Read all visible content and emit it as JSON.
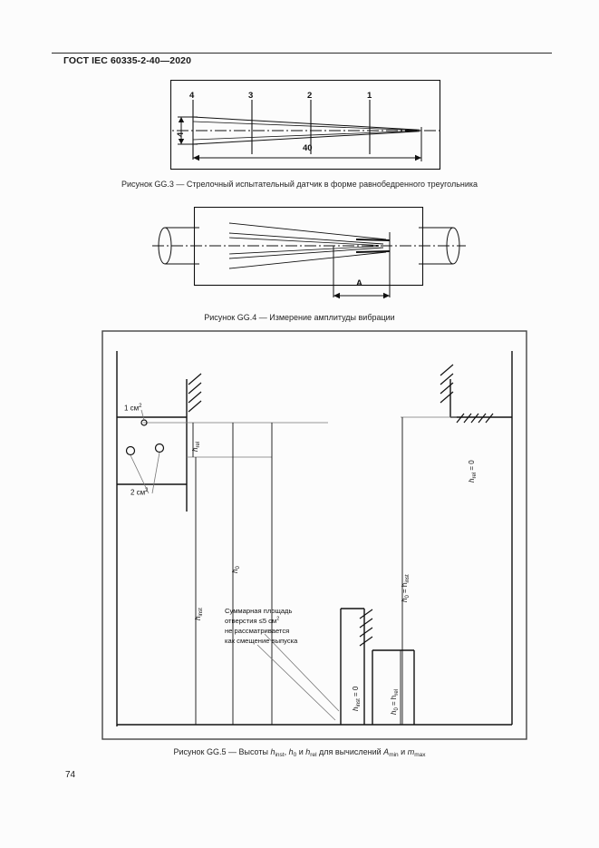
{
  "document": {
    "header_title": "ГОСТ IEC 60335-2-40—2020",
    "page_number": "74"
  },
  "figures": [
    {
      "id": "gg3",
      "caption": "Рисунок GG.3 — Стрелочный испытательный датчик в форме равнобедренного треугольника",
      "labels": {
        "tick_4": "4",
        "tick_3": "3",
        "tick_2": "2",
        "tick_1": "1",
        "height_dim": "4",
        "length_dim": "40"
      }
    },
    {
      "id": "gg4",
      "caption": "Рисунок GG.4 — Измерение амплитуды вибрации",
      "labels": {
        "amplitude_dim": "A"
      }
    },
    {
      "id": "gg5",
      "caption_parts": {
        "prefix": "Рисунок GG.5 — Высоты ",
        "h_inst": "h",
        "h_inst_sub": "inst",
        "sep1": ", ",
        "h_0": "h",
        "h_0_sub": "0",
        "sep2": " и ",
        "h_rel": "h",
        "h_rel_sub": "rel",
        "mid": " для вычислений ",
        "a_min": "A",
        "a_min_sub": "min",
        "sep3": " и ",
        "m_max": "m",
        "m_max_sub": "max"
      },
      "labels": {
        "area_1": "1 см",
        "area_1_sup": "2",
        "area_2": "2 см",
        "area_2_sup": "2",
        "h_rel_left": "h",
        "h_rel_left_sub": "rel",
        "h_0_left": "h",
        "h_0_left_sub": "0",
        "h_inst_left": "h",
        "h_inst_left_sub": "inst",
        "h_inst_zero": "h",
        "h_inst_zero_sub": "inst",
        "h_inst_zero_val": " = 0",
        "h0_eq_hrel": "h",
        "h0_eq_hrel_sub": "0",
        "h0_eq_hrel_val": " = h",
        "h0_eq_hrel_sub2": "rel",
        "h_rel_zero": "h",
        "h_rel_zero_sub": "rel",
        "h_rel_zero_val": " = 0",
        "h0_eq_hinst": "h",
        "h0_eq_hinst_sub": "0",
        "h0_eq_hinst_val": " = h",
        "h0_eq_hinst_sub2": "inst"
      },
      "note": {
        "line1": "Суммарная площадь",
        "line2_a": "отверстия ≤5 см",
        "line2_sup": "2",
        "line3": "не рассматривается",
        "line4": "как смещение выпуска"
      }
    }
  ],
  "colors": {
    "ink": "#1a1a1a",
    "line": "#111111",
    "paper": "#fcfcfc"
  }
}
